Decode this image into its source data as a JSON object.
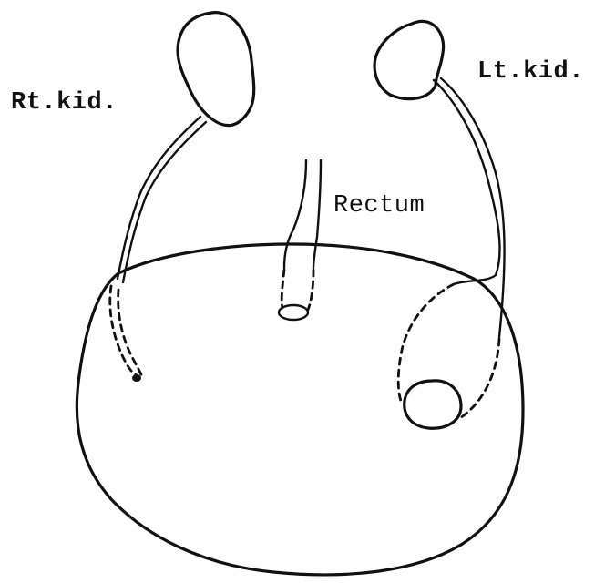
{
  "labels": {
    "right_kidney": "Rt.kid.",
    "left_kidney": "Lt.kid.",
    "rectum": "Rectum"
  }
}
